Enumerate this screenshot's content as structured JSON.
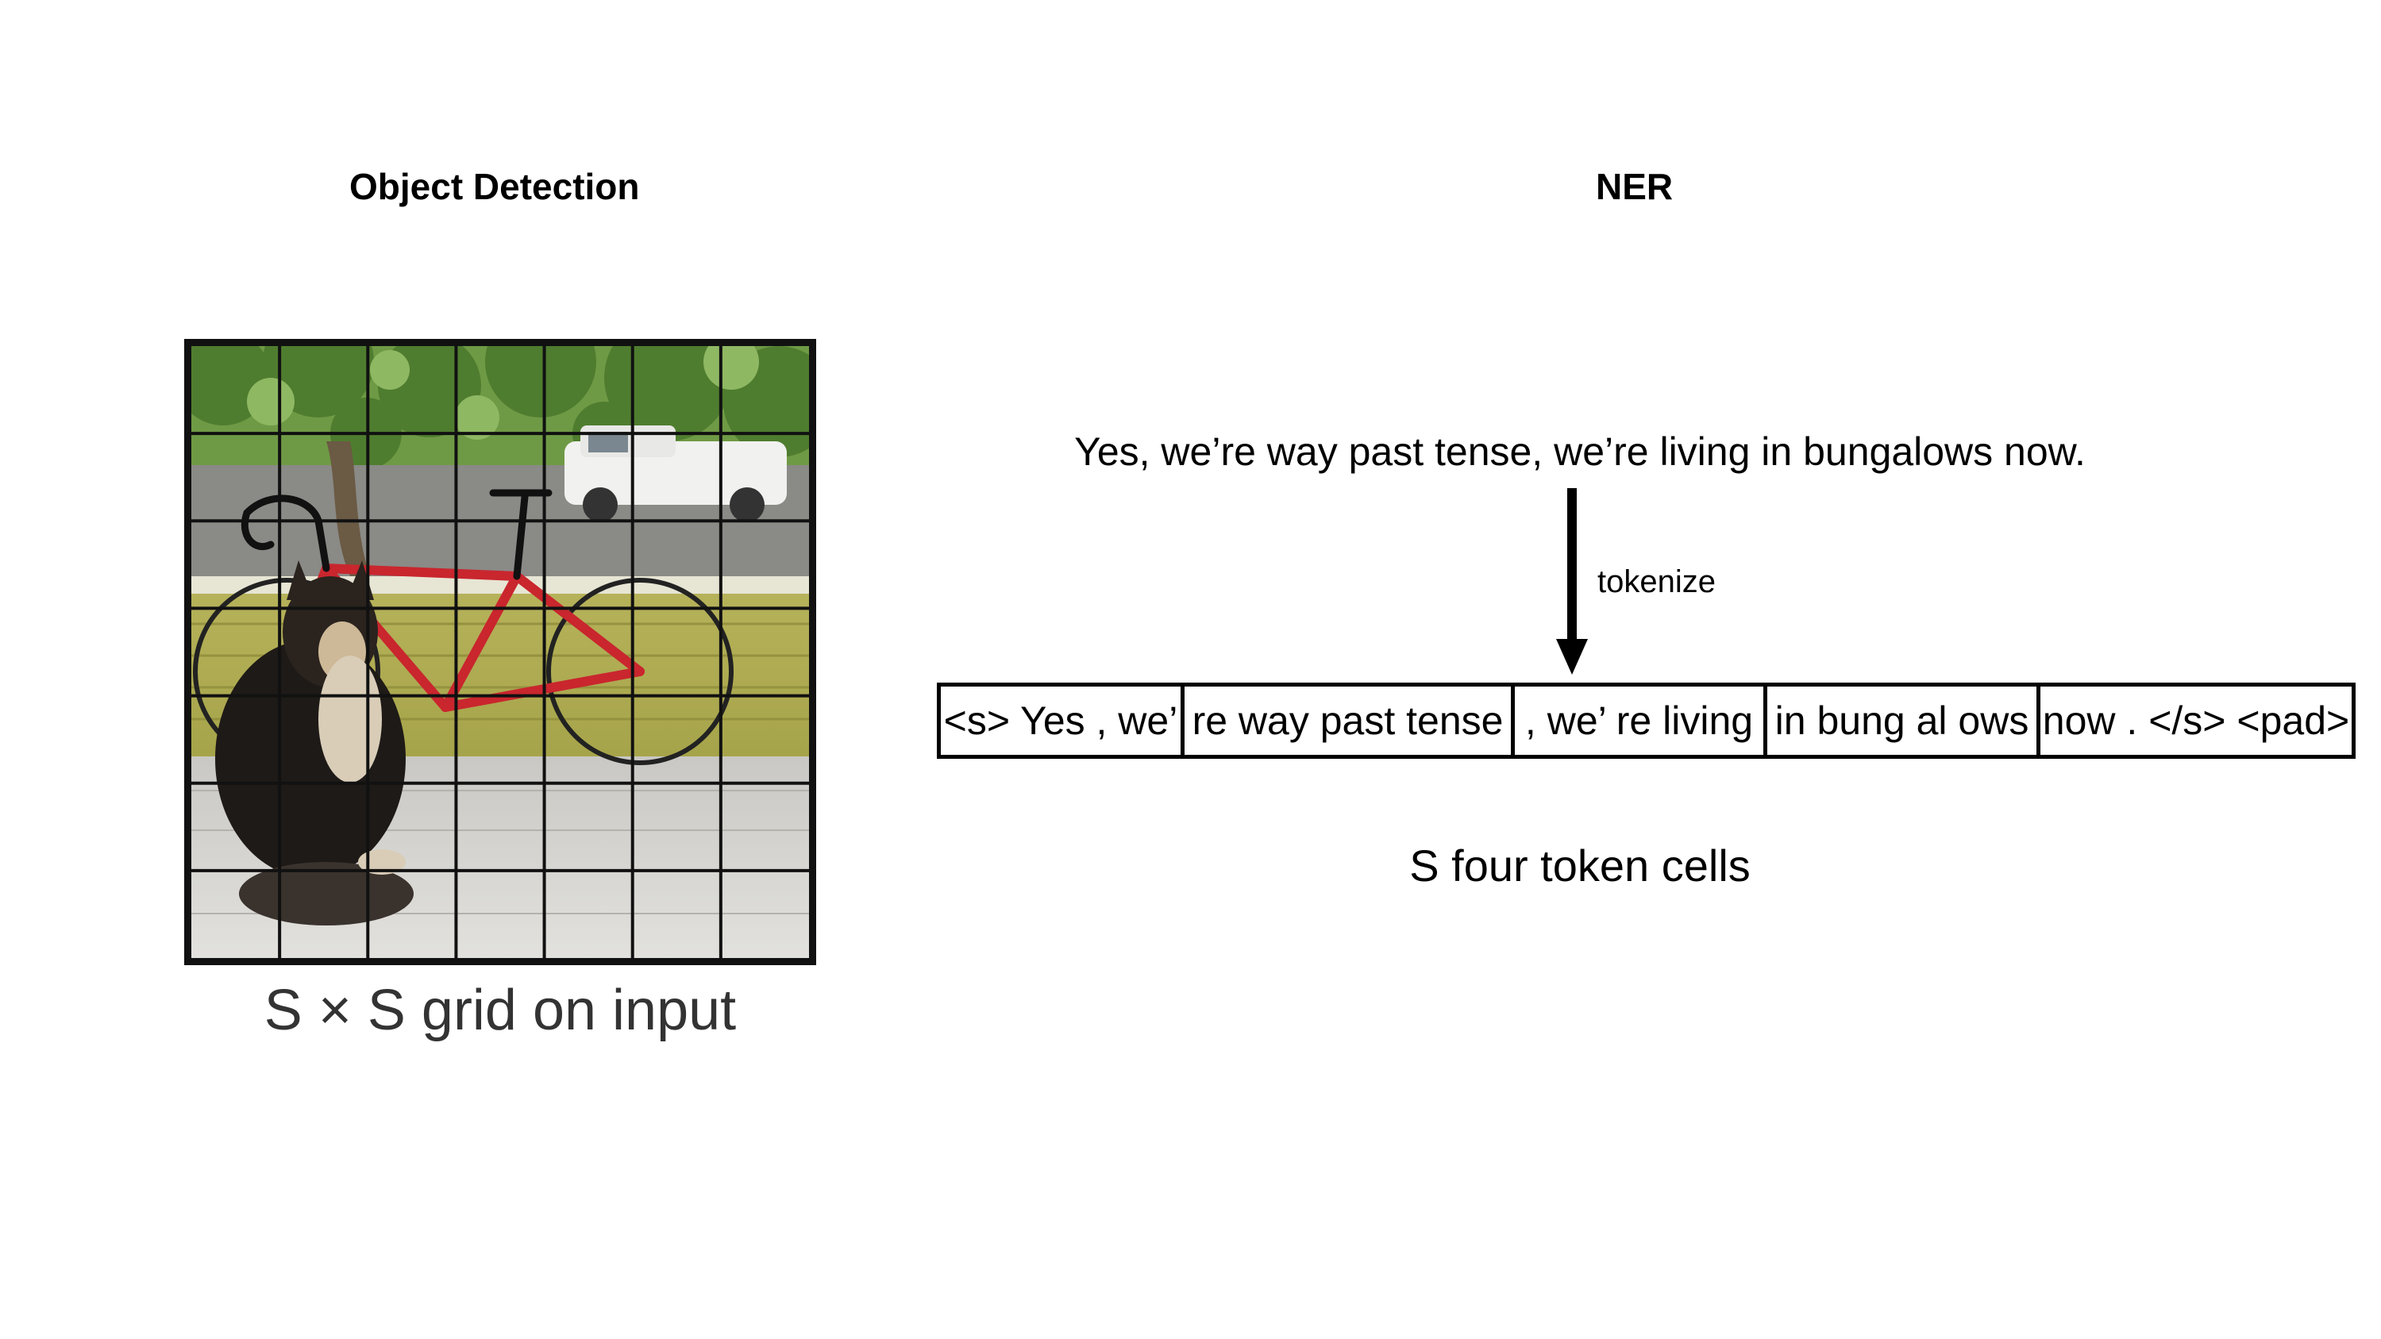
{
  "left": {
    "title": "Object Detection",
    "caption": "S × S grid on input",
    "grid": {
      "rows": 7,
      "cols": 7
    }
  },
  "right": {
    "title": "NER",
    "sentence": "Yes, we’re way past tense, we’re living in bungalows now.",
    "arrow_label": "tokenize",
    "tokens": [
      "<s> Yes , we’",
      "re way past tense",
      ", we’ re living",
      "in bung al ows",
      "now . </s> <pad>"
    ],
    "caption": "S four token cells"
  }
}
